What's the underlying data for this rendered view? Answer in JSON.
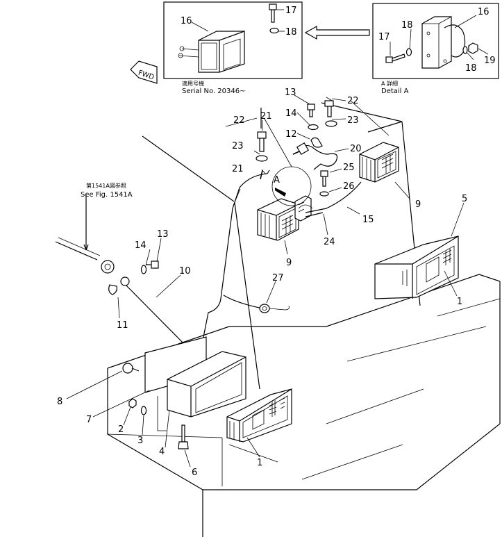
{
  "diagram": {
    "inset_serial": {
      "label_jp": "適用号機",
      "serial": "Serial No. 20346~"
    },
    "inset_detail": {
      "label_jp": "A 詳細",
      "label": "Detail A"
    },
    "fwd_label": "FWD",
    "view_marker": "A",
    "see_fig": {
      "label_jp": "第1541A図参照",
      "label": "See Fig. 1541A"
    },
    "callouts": {
      "c16_inset1": "16",
      "c17_inset1": "17",
      "c18_inset1": "18",
      "c16_inset2": "16",
      "c17_inset2": "17",
      "c18_inset2a": "18",
      "c18_inset2b": "18",
      "c19_inset2": "19",
      "c13_top": "13",
      "c22_top": "22",
      "c14_top": "14",
      "c23_top": "23",
      "c12": "12",
      "c22_left": "22",
      "c21_top": "21",
      "c23_left": "23",
      "c20": "20",
      "c21_left": "21",
      "c25": "25",
      "c26": "26",
      "c9_right": "9",
      "c15": "15",
      "c24": "24",
      "c9_center": "9",
      "c5": "5",
      "c13_left": "13",
      "c14_left": "14",
      "c10": "10",
      "c27": "27",
      "c1_right": "1",
      "c11": "11",
      "c8": "8",
      "c7": "7",
      "c2": "2",
      "c3": "3",
      "c4": "4",
      "c6": "6",
      "c1_bottom": "1"
    }
  }
}
